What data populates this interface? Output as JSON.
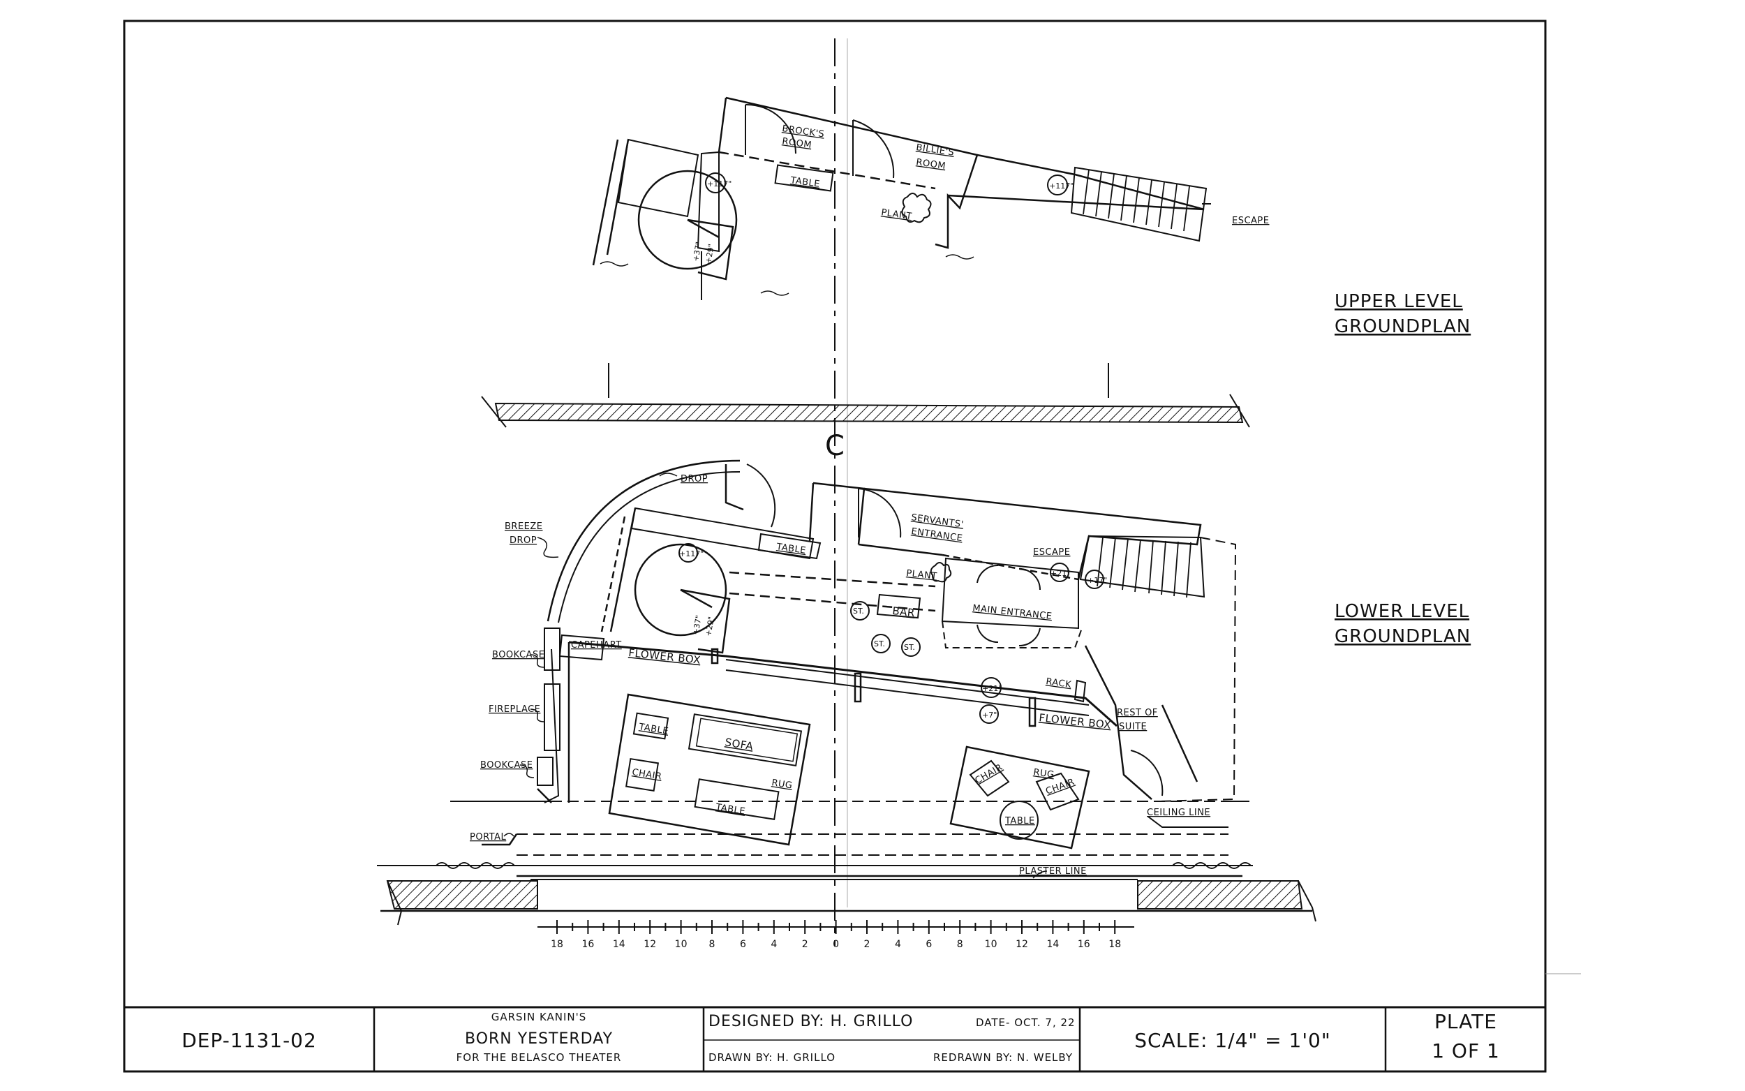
{
  "drawing": {
    "upper_title": [
      "UPPER LEVEL",
      "GROUNDPLAN"
    ],
    "lower_title": [
      "LOWER LEVEL",
      "GROUNDPLAN"
    ],
    "upper_labels": {
      "brocks_room": [
        "BROCK'S",
        "ROOM"
      ],
      "billies_room": [
        "BILLIE'S",
        "ROOM"
      ],
      "table": "TABLE",
      "plant": "PLANT",
      "escape": "ESCAPE",
      "height_left": "+117\"",
      "height_right": "+117\"",
      "stair_a": "+37\"",
      "stair_b": "+29\""
    },
    "lower_labels": {
      "drop": "DROP",
      "breeze_drop": [
        "BREEZE",
        "DROP"
      ],
      "table_top": "TABLE",
      "servants_entrance": [
        "SERVANTS'",
        "ENTRANCE"
      ],
      "escape": "ESCAPE",
      "height_117": "+117\"",
      "height_21_top": "+21\"",
      "height_17": "+17\"",
      "plant": "PLANT",
      "main_entrance": "MAIN   ENTRANCE",
      "st": "ST.",
      "bar": "BAR",
      "stair_a": "+37\"",
      "stair_b": "+29\"",
      "capehart": "CAPEHART",
      "flower_box_left": "FLOWER BOX",
      "flower_box_right": "FLOWER BOX",
      "bookcase": "BOOKCASE",
      "fireplace": "FIREPLACE",
      "height_21": "+21\"",
      "height_7": "+7\"",
      "rack": "RACK",
      "rest_of_suite": [
        "REST OF",
        "SUITE"
      ],
      "table_left": "TABLE",
      "sofa": "SOFA",
      "chair": "CHAIR",
      "rug": "RUG",
      "table_bottom": "TABLE",
      "ceiling_line": "CEILING LINE",
      "portal": "PORTAL",
      "plaster_line": "PLASTER LINE",
      "chair_right_a": "CHAIR",
      "chair_right_b": "CHAIR",
      "table_round": "TABLE",
      "rug_right": "RUG",
      "center_mark": "C"
    },
    "scale_ticks": [
      "18",
      "16",
      "14",
      "12",
      "10",
      "8",
      "6",
      "4",
      "2",
      "0",
      "2",
      "4",
      "6",
      "8",
      "10",
      "12",
      "14",
      "16",
      "18"
    ]
  },
  "title_block": {
    "plate_id": "DEP-1131-02",
    "author": "GARSIN KANIN'S",
    "show": "BORN   YESTERDAY",
    "venue": "FOR THE BELASCO THEATER",
    "designed_by": "DESIGNED BY:  H. GRILLO",
    "date": "DATE- OCT. 7, 22",
    "drawn_by": "DRAWN BY:  H. GRILLO",
    "redrawn_by": "REDRAWN BY:  N. WELBY",
    "scale": "SCALE:  1/4\" = 1'0\"",
    "plate_label": "PLATE",
    "plate_count": "1 OF 1"
  }
}
